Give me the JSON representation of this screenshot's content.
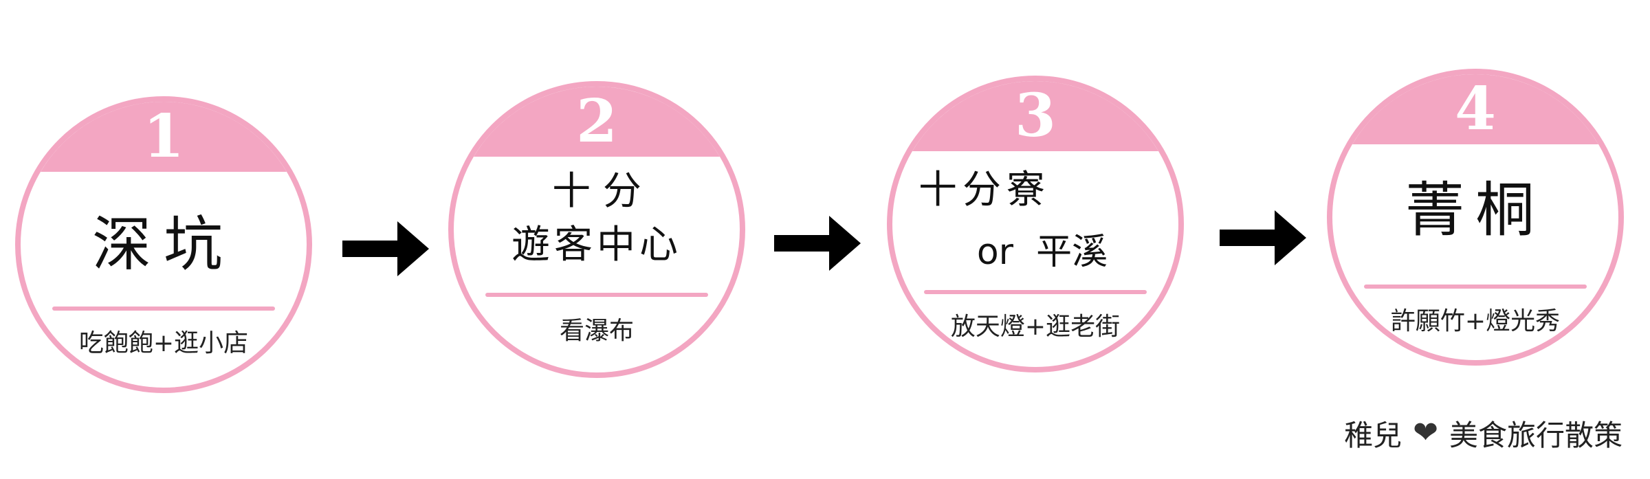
{
  "steps": [
    {
      "number": "1",
      "place": "深坑",
      "activity": "吃飽飽+逛小店"
    },
    {
      "number": "2",
      "place_lines": [
        "十 分",
        "遊客中心"
      ],
      "activity": "看瀑布"
    },
    {
      "number": "3",
      "place_lines": [
        "十分寮",
        "or  平溪"
      ],
      "activity": "放天燈+逛老街"
    },
    {
      "number": "4",
      "place": "菁桐",
      "activity": "許願竹+燈光秀"
    }
  ],
  "signature": {
    "left": "稚兒",
    "icon": "heart-icon",
    "right": "美食旅行散策"
  },
  "colors": {
    "accent_pink": "#f3a6c2",
    "arrow": "#000000",
    "text": "#111111"
  }
}
